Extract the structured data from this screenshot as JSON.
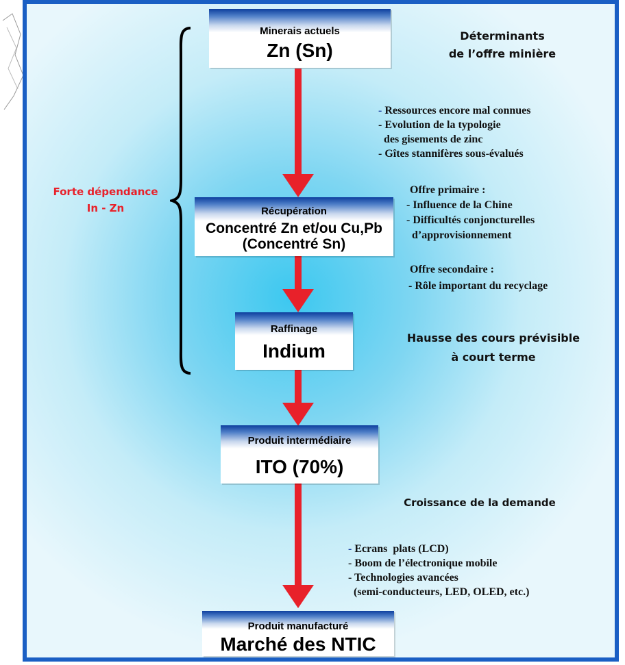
{
  "boxes": [
    {
      "sub": "Minerais actuels",
      "main": "Zn (Sn)"
    },
    {
      "sub": "Récupération",
      "main1": "Concentré Zn et/ou Cu,Pb",
      "main2": "(Concentré Sn)"
    },
    {
      "sub": "Raffinage",
      "main": "Indium"
    },
    {
      "sub": "Produit intermédiaire",
      "main": "ITO (70%)"
    },
    {
      "sub": "Produit manufacturé",
      "main": "Marché des NTIC"
    }
  ],
  "bracket_label": {
    "line1": "Forte dépendance",
    "line2": "In - Zn"
  },
  "headings": {
    "offre_miniere_1": "Déterminants",
    "offre_miniere_2": "de l’offre minière",
    "hausse_1": "Hausse des cours prévisible",
    "hausse_2": "à court terme",
    "demande": "Croissance de la demande"
  },
  "ressources": [
    "Ressources encore mal connues",
    "- Evolution de la typologie",
    "  des gisements de zinc",
    "- Gîtes stannifères sous-évalués"
  ],
  "offre_primaire": {
    "title": "Offre primaire :",
    "items": [
      "- Influence de la Chine",
      "- Difficultés conjoncturelles",
      "  d’approvisionnement"
    ]
  },
  "offre_secondaire": {
    "title": "Offre secondaire :",
    "items": [
      "- Rôle important du recyclage"
    ]
  },
  "demande_items": [
    "Ecrans  plats (LCD)",
    "- Boom de l’électronique mobile",
    "- Technologies avancées",
    "  (semi-conducteurs, LED, OLED, etc.)"
  ],
  "colors": {
    "border": "#1a5fc4",
    "arrow": "#e8212a",
    "accent_text": "#e8212a",
    "box_top": "#0d3f9e"
  }
}
